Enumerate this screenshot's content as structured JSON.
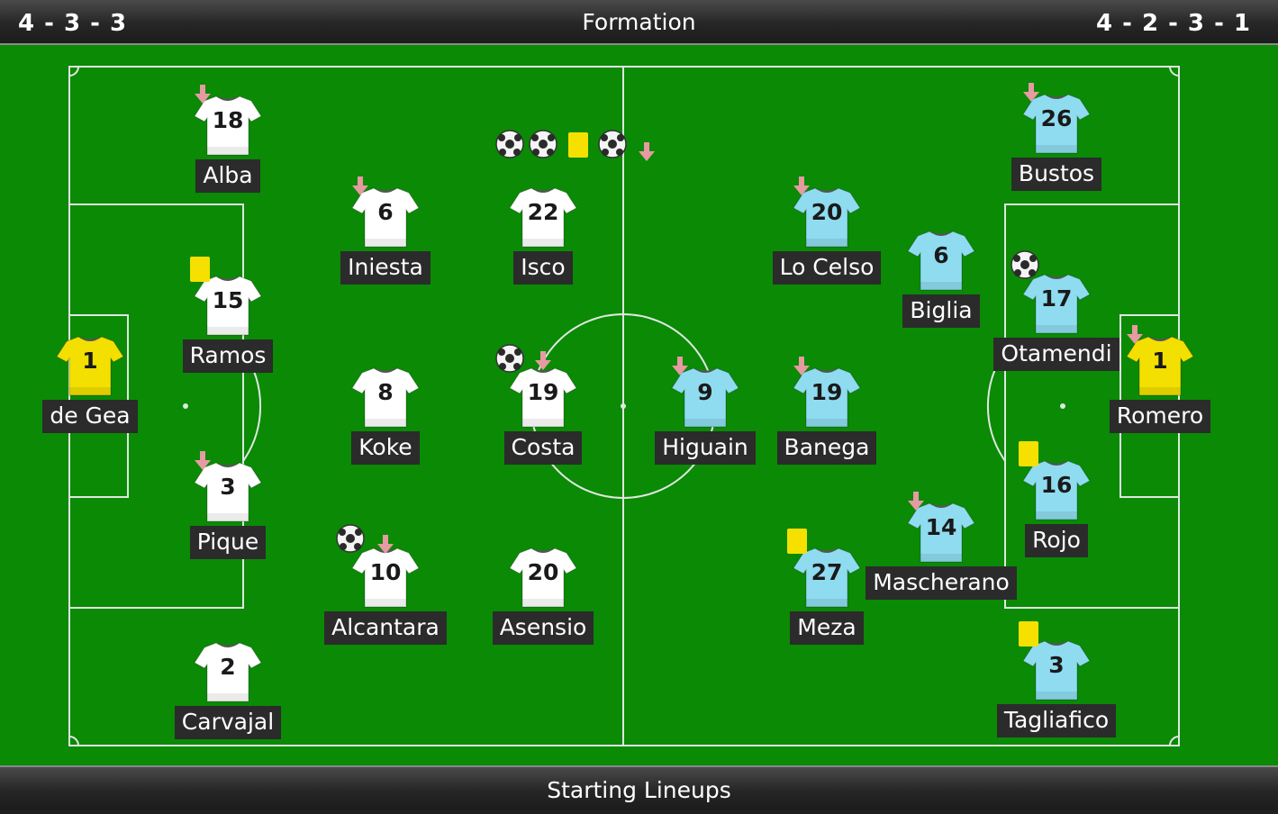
{
  "header": {
    "title": "Formation",
    "home_formation": "4 - 3 - 3",
    "away_formation": "4 - 2 - 3 - 1"
  },
  "footer": {
    "title": "Starting Lineups"
  },
  "colors": {
    "pitch": "#0a8a05",
    "lines": "#dfe8df",
    "home_shirt": "#ffffff",
    "away_shirt": "#8fdcf0",
    "keeper_shirt": "#f3df00",
    "name_bg": "#2b2b2b",
    "sub_arrow": "#e69aa2",
    "yellow_card": "#f5e000"
  },
  "home": {
    "players": [
      {
        "number": "1",
        "name": "de Gea",
        "keeper": true
      },
      {
        "number": "18",
        "name": "Alba"
      },
      {
        "number": "15",
        "name": "Ramos"
      },
      {
        "number": "3",
        "name": "Pique"
      },
      {
        "number": "2",
        "name": "Carvajal"
      },
      {
        "number": "6",
        "name": "Iniesta"
      },
      {
        "number": "8",
        "name": "Koke"
      },
      {
        "number": "10",
        "name": "Alcantara"
      },
      {
        "number": "22",
        "name": "Isco"
      },
      {
        "number": "19",
        "name": "Costa"
      },
      {
        "number": "20",
        "name": "Asensio"
      }
    ]
  },
  "away": {
    "players": [
      {
        "number": "1",
        "name": "Romero",
        "keeper": true
      },
      {
        "number": "26",
        "name": "Bustos"
      },
      {
        "number": "17",
        "name": "Otamendi"
      },
      {
        "number": "16",
        "name": "Rojo"
      },
      {
        "number": "3",
        "name": "Tagliafico"
      },
      {
        "number": "6",
        "name": "Biglia"
      },
      {
        "number": "14",
        "name": "Mascherano"
      },
      {
        "number": "20",
        "name": "Lo Celso"
      },
      {
        "number": "19",
        "name": "Banega"
      },
      {
        "number": "27",
        "name": "Meza"
      },
      {
        "number": "9",
        "name": "Higuain"
      }
    ]
  },
  "events": {
    "home": [
      {
        "player": 1,
        "icons": [
          "substitution-arrow-icon"
        ]
      },
      {
        "player": 2,
        "icons": [
          "yellow-card-icon"
        ]
      },
      {
        "player": 3,
        "icons": [
          "substitution-arrow-icon"
        ]
      },
      {
        "player": 5,
        "icons": [
          "substitution-arrow-icon"
        ]
      },
      {
        "player": 7,
        "icons": [
          "goal-ball-icon",
          "substitution-arrow-icon"
        ]
      },
      {
        "player": 8,
        "icons": [
          "goal-ball-icon",
          "goal-ball-icon",
          "yellow-card-icon",
          "goal-ball-icon",
          "substitution-arrow-icon"
        ]
      },
      {
        "player": 9,
        "icons": [
          "goal-ball-icon",
          "substitution-arrow-icon"
        ]
      }
    ],
    "away": [
      {
        "player": 1,
        "icons": [
          "substitution-arrow-icon"
        ]
      },
      {
        "player": 2,
        "icons": [
          "goal-ball-icon"
        ]
      },
      {
        "player": 3,
        "icons": [
          "yellow-card-icon"
        ]
      },
      {
        "player": 4,
        "icons": [
          "yellow-card-icon"
        ]
      },
      {
        "player": 6,
        "icons": [
          "substitution-arrow-icon"
        ]
      },
      {
        "player": 7,
        "icons": [
          "substitution-arrow-icon"
        ]
      },
      {
        "player": 8,
        "icons": [
          "substitution-arrow-icon"
        ]
      },
      {
        "player": 9,
        "icons": [
          "yellow-card-icon"
        ]
      },
      {
        "player": 10,
        "icons": [
          "substitution-arrow-icon"
        ]
      },
      {
        "player": 0,
        "icons": [
          "substitution-arrow-icon"
        ]
      }
    ]
  }
}
